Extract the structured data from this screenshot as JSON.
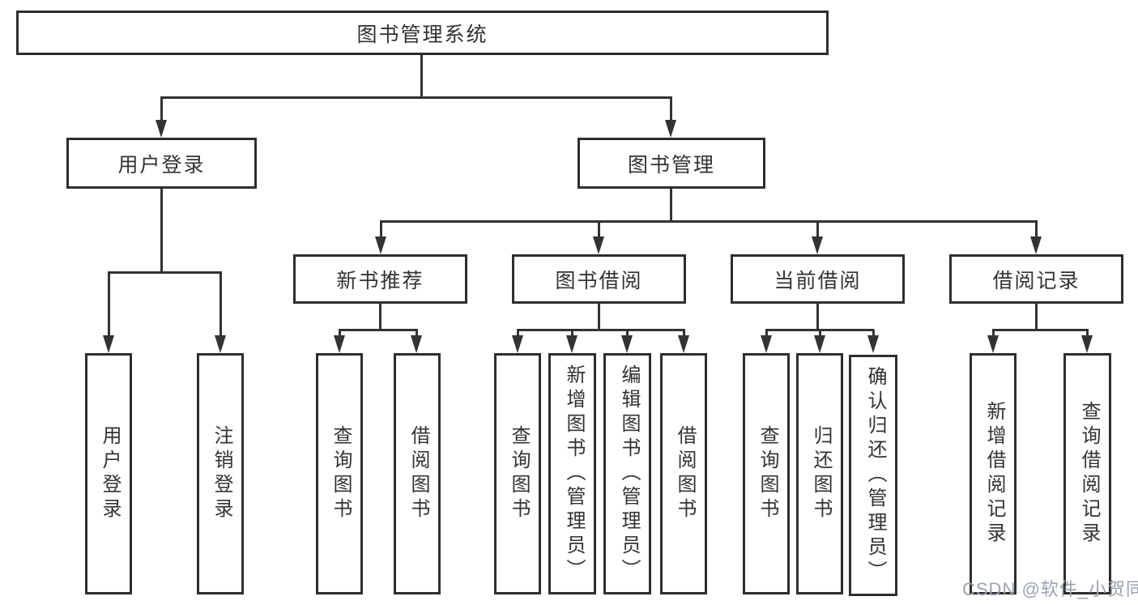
{
  "diagram": {
    "root": {
      "label": "图书管理系统"
    },
    "branches": [
      {
        "label": "用户登录",
        "children": [
          {
            "label": "用户登录"
          },
          {
            "label": "注销登录"
          }
        ]
      },
      {
        "label": "图书管理",
        "children": [
          {
            "label": "新书推荐",
            "children": [
              {
                "label": "查询图书"
              },
              {
                "label": "借阅图书"
              }
            ]
          },
          {
            "label": "图书借阅",
            "children": [
              {
                "label": "查询图书"
              },
              {
                "label": "新增图书（管理员）"
              },
              {
                "label": "编辑图书（管理员）"
              },
              {
                "label": "借阅图书"
              }
            ]
          },
          {
            "label": "当前借阅",
            "children": [
              {
                "label": "查询图书"
              },
              {
                "label": "归还图书"
              },
              {
                "label": "确认归还（管理员）"
              }
            ]
          },
          {
            "label": "借阅记录",
            "children": [
              {
                "label": "新增借阅记录"
              },
              {
                "label": "查询借阅记录"
              }
            ]
          }
        ]
      }
    ]
  },
  "watermark": {
    "text": "CSDN @软件_小贺同学"
  },
  "colors": {
    "line": "#333333",
    "box_border": "#2e2e2e",
    "text": "#333333",
    "background": "#ffffff",
    "watermark": "#9ba1af"
  }
}
